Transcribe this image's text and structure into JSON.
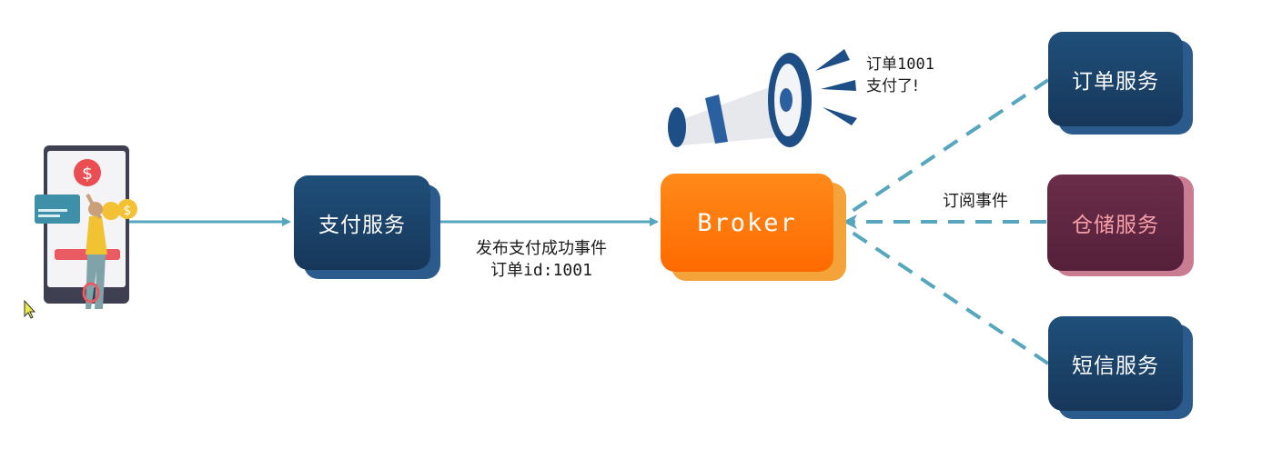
{
  "nodes": {
    "payment_service": "支付服务",
    "broker": "Broker",
    "order_service": "订单服务",
    "warehouse_service": "仓储服务",
    "sms_service": "短信服务"
  },
  "labels": {
    "publish_line1": "发布支付成功事件",
    "publish_line2": "订单id:1001",
    "subscribe": "订阅事件",
    "announce_line1": "订单1001",
    "announce_line2": "支付了!"
  },
  "icons": {
    "phone": "phone-payment-illustration-icon",
    "megaphone": "megaphone-icon",
    "cursor": "mouse-cursor-icon"
  },
  "colors": {
    "node_navy": "#1f4f7a",
    "node_wine": "#5d2540",
    "broker_orange": "#ff7a0d",
    "arrow": "#56a7bd"
  }
}
